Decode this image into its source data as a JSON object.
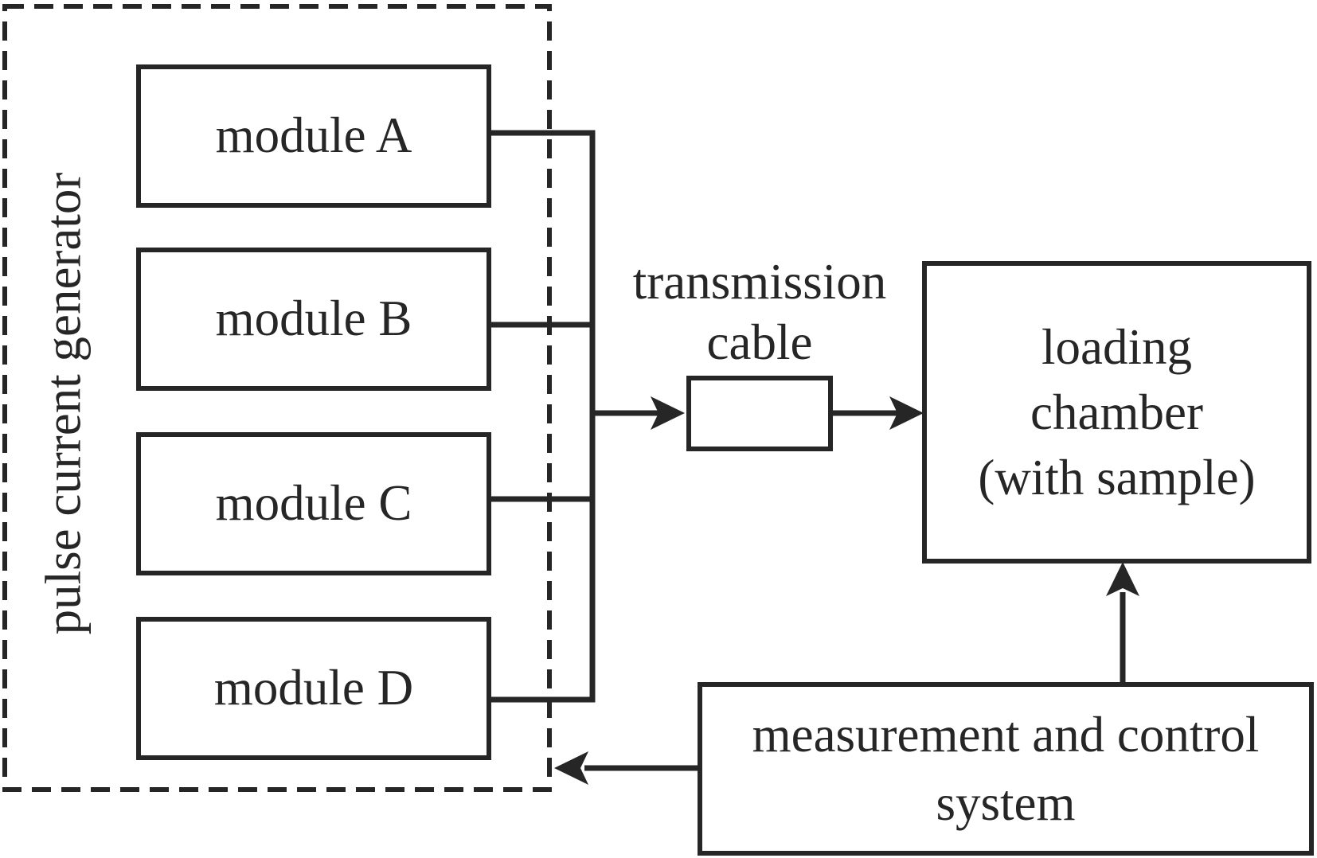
{
  "diagram": {
    "title_hint": "pulse current experimental setup block diagram",
    "colors": {
      "ink": "#262626",
      "background": "#ffffff"
    },
    "generator": {
      "label": "pulse current generator",
      "modules": [
        {
          "label": "module A"
        },
        {
          "label": "module B"
        },
        {
          "label": "module C"
        },
        {
          "label": "module D"
        }
      ]
    },
    "cable": {
      "line1": "transmission",
      "line2": "cable"
    },
    "chamber": {
      "line1": "loading",
      "line2": "chamber",
      "line3": "(with sample)"
    },
    "control": {
      "line1": "measurement and control",
      "line2": "system"
    }
  }
}
